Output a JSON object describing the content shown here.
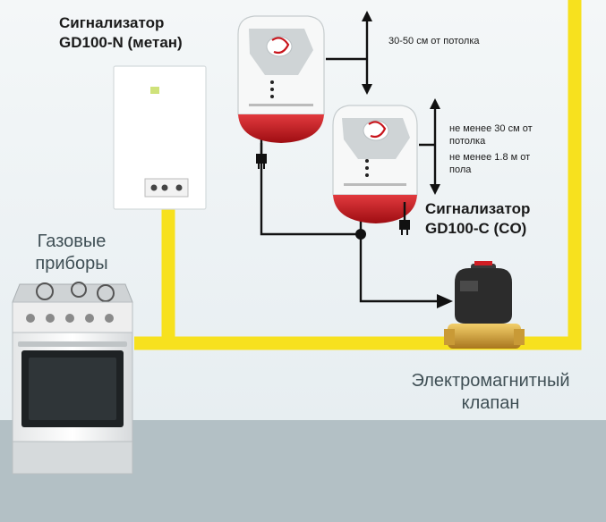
{
  "labels": {
    "detector_methane_line1": "Сигнализатор",
    "detector_methane_line2": "GD100-N (метан)",
    "detector_co_line1": "Сигнализатор",
    "detector_co_line2": "GD100-C (CO)",
    "gas_appliances_line1": "Газовые",
    "gas_appliances_line2": "приборы",
    "valve_line1": "Электромагнитный",
    "valve_line2": "клапан",
    "ceiling_distance_methane": "30-50 см от потолка",
    "co_note_line1": "не менее 30 см от",
    "co_note_line2": "потолка",
    "co_note_line3": "не менее 1.8 м от",
    "co_note_line4": "пола"
  },
  "colors": {
    "wall": "#eef3f5",
    "floor": "#b3c0c5",
    "gas_pipe": "#f7e11e",
    "wire": "#111111",
    "detector_red": "#c8141b"
  }
}
